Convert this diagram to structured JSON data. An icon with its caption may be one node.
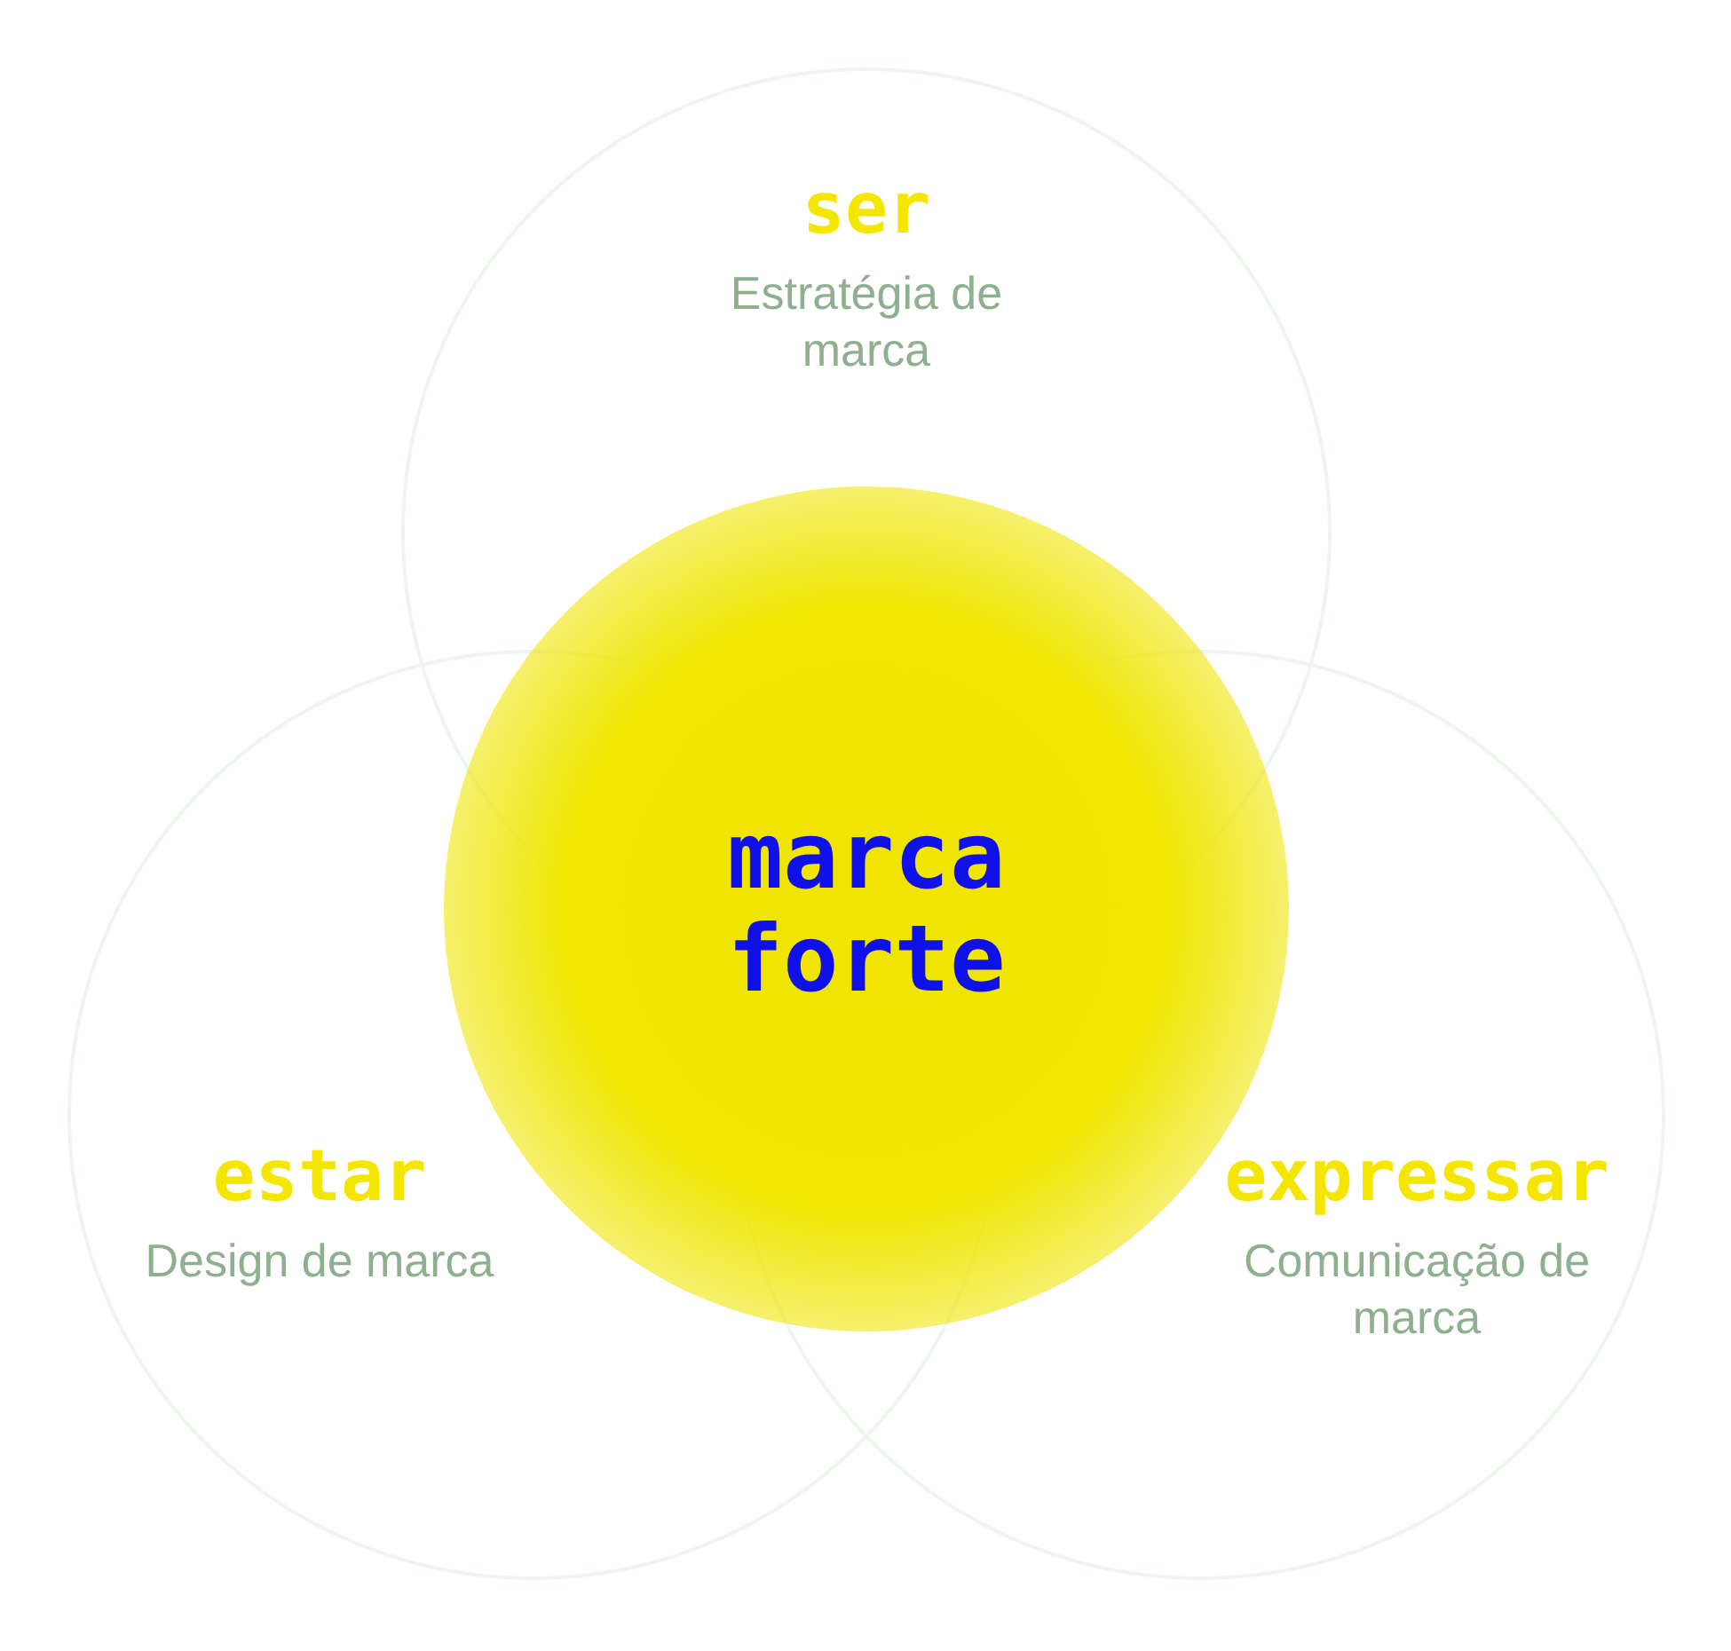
{
  "diagram": {
    "nodes": [
      {
        "text": [
          "ser",
          "Estratégia de marca"
        ]
      },
      {
        "text": [
          "estar",
          "Design de marca"
        ]
      },
      {
        "text": [
          "expressar",
          "Comunicação de marca"
        ]
      },
      {
        "text": [
          "marca forte"
        ]
      }
    ]
  }
}
